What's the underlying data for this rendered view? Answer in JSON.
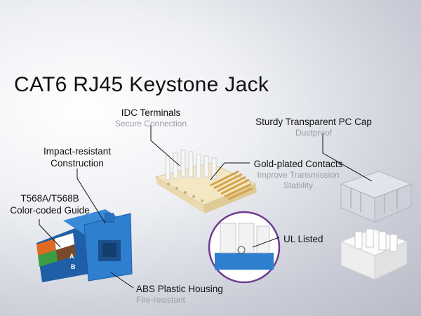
{
  "title": "CAT6 RJ45 Keystone Jack",
  "features": {
    "idc": {
      "label": "IDC Terminals",
      "sub": "Secure Connection"
    },
    "cap": {
      "label": "Sturdy Transparent PC Cap",
      "sub": "Dustproof"
    },
    "impact": {
      "line1": "Impact-resistant",
      "line2": "Construction"
    },
    "gold": {
      "label": "Gold-plated Contacts",
      "sub1": "Improve Transmission",
      "sub2": "Stability"
    },
    "t568": {
      "line1": "T568A/T568B",
      "line2": "Color-coded Guide"
    },
    "ul": {
      "label": "UL Listed"
    },
    "abs": {
      "label": "ABS Plastic Housing",
      "sub": "Fire-resistant"
    }
  },
  "guide_letters": {
    "a": "A",
    "b": "B"
  },
  "colors": {
    "jack_blue": "#2f7fd0",
    "cap_white": "#f4f4f4",
    "ul_circle": "#6f3a8f",
    "gold": "#d8a24a"
  }
}
